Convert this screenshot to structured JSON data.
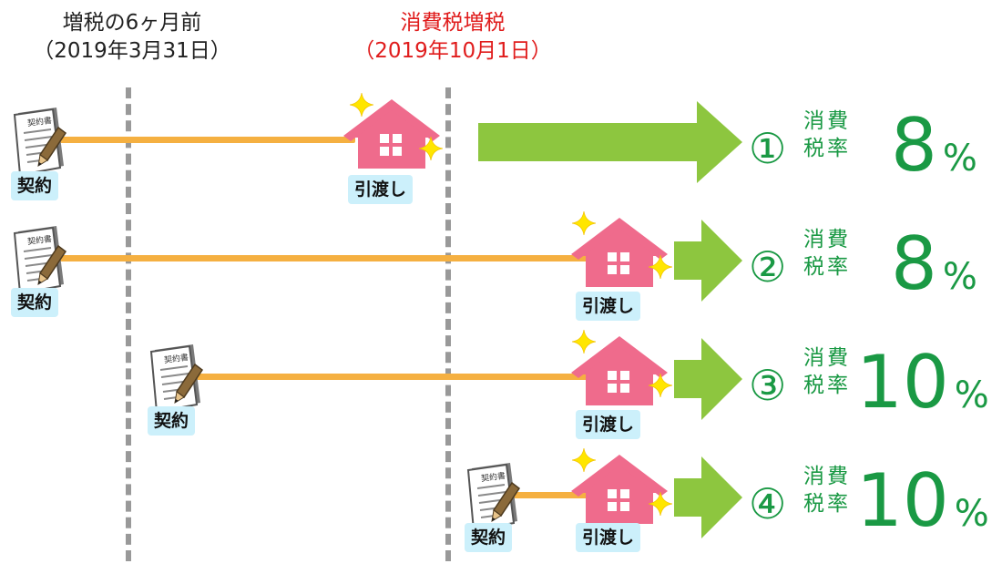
{
  "headers": {
    "left_line1": "増税の6ヶ月前",
    "left_line2": "（2019年3月31日）",
    "right_line1": "消費税増税",
    "right_line2": "（2019年10月1日）"
  },
  "contract_doc_text": "契約書",
  "rows": [
    {
      "circle": "①",
      "contract_label": "契約",
      "delivery_label": "引渡し",
      "tax_line1": "消費",
      "tax_line2": "税率",
      "rate": "8",
      "unit": "%"
    },
    {
      "circle": "②",
      "contract_label": "契約",
      "delivery_label": "引渡し",
      "tax_line1": "消費",
      "tax_line2": "税率",
      "rate": "8",
      "unit": "%"
    },
    {
      "circle": "③",
      "contract_label": "契約",
      "delivery_label": "引渡し",
      "tax_line1": "消費",
      "tax_line2": "税率",
      "rate": "10",
      "unit": "%"
    },
    {
      "circle": "④",
      "contract_label": "契約",
      "delivery_label": "引渡し",
      "tax_line1": "消費",
      "tax_line2": "税率",
      "rate": "10",
      "unit": "%"
    }
  ],
  "colors": {
    "header_red": "#e01c1c",
    "accent_green": "#1a9944",
    "arrow_green": "#8dc63f",
    "timeline_orange": "#f5b041",
    "house_pink": "#ef6b8c",
    "label_bg": "#ccf0fb",
    "sparkle_yellow": "#ffe600"
  },
  "icons": [
    "contract-document-icon",
    "pen-icon",
    "house-icon",
    "sparkle-icon",
    "right-arrow-icon"
  ]
}
